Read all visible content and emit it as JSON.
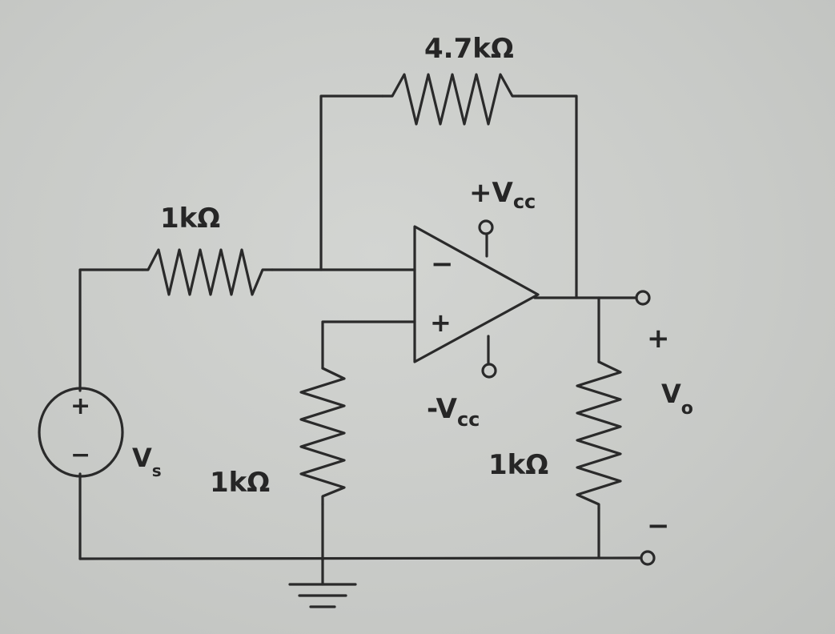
{
  "labels": {
    "r_feedback": "4.7kΩ",
    "r_input": "1kΩ",
    "r_ground": "1kΩ",
    "r_load": "1kΩ",
    "vcc_pos": "+V",
    "vcc_pos_sub": "cc",
    "vcc_neg": "-V",
    "vcc_neg_sub": "cc",
    "source_v": "V",
    "source_sub": "s",
    "output_v": "V",
    "output_sub": "o",
    "source_plus": "+",
    "source_minus": "−",
    "opamp_minus": "−",
    "opamp_plus": "+",
    "out_plus": "+",
    "out_minus": "−"
  },
  "colors": {
    "ink": "#262626",
    "paper": "#c9cbc8"
  }
}
